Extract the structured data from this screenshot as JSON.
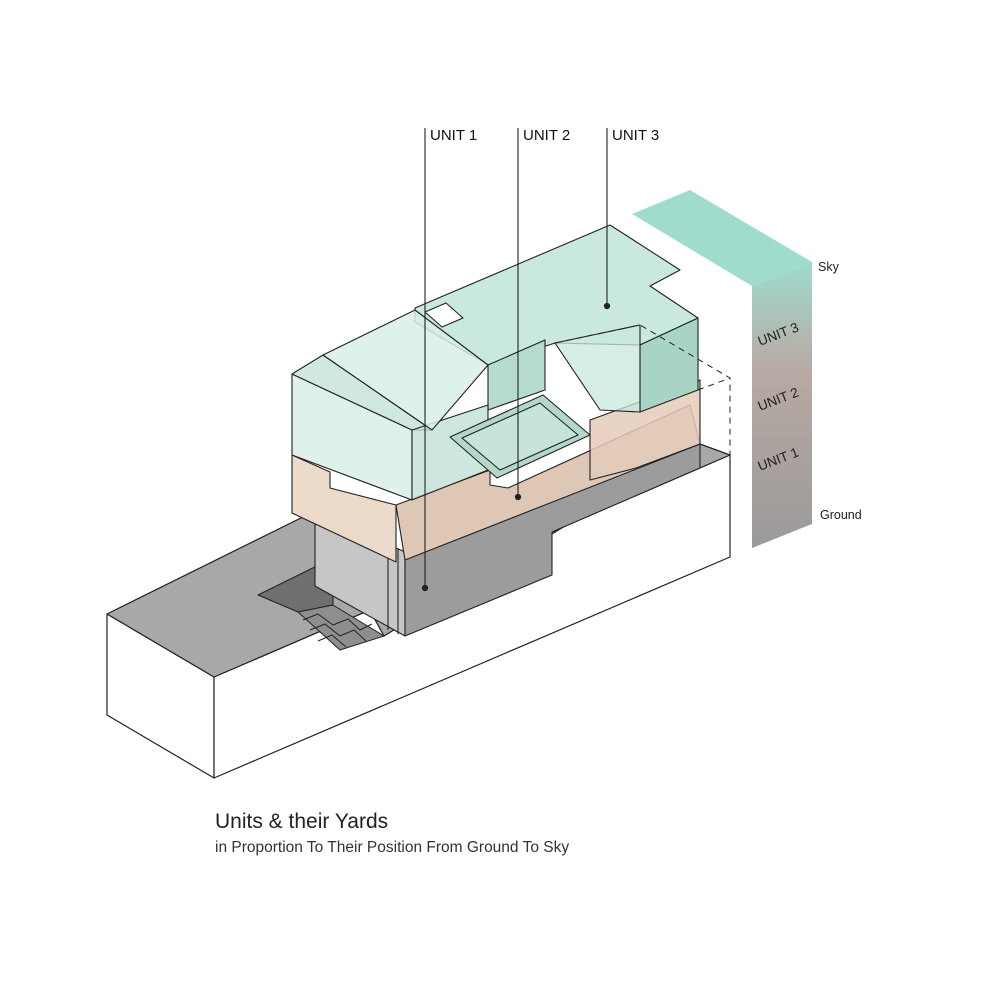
{
  "callouts": {
    "unit1": "UNIT 1",
    "unit2": "UNIT 2",
    "unit3": "UNIT 3"
  },
  "scale_bar": {
    "top": "Sky",
    "bottom": "Ground",
    "levels": [
      "UNIT 3",
      "UNIT 2",
      "UNIT 1"
    ]
  },
  "caption": {
    "title": "Units & their Yards",
    "subtitle": "in Proportion To Their Position From Ground  To Sky"
  },
  "colors": {
    "unit1": "#9c9c9c",
    "unit2": "#ecd9c8",
    "unit3": "#bfe6da",
    "sky": "#9fdcce"
  }
}
